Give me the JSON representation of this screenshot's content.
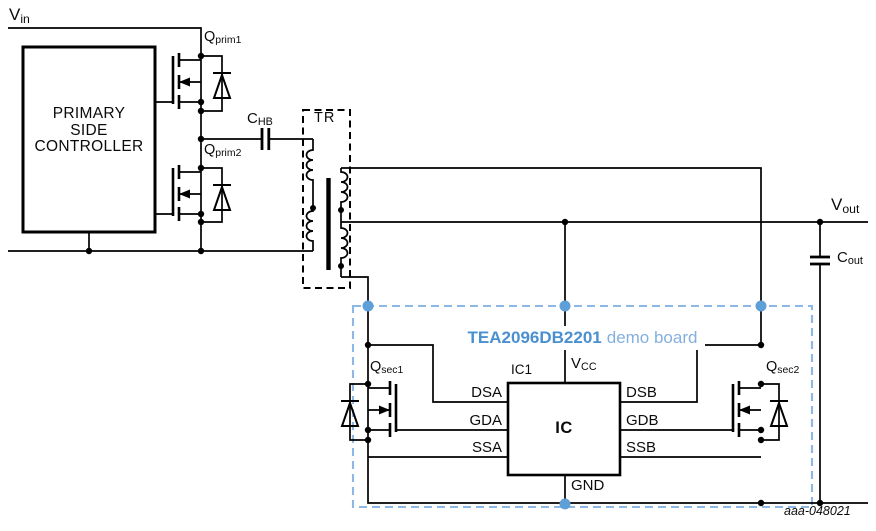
{
  "colors": {
    "wire": "#000000",
    "board_border": "#8db7e4",
    "board_dot": "#5f9fd8",
    "board_name_bold": "#4a90d0",
    "board_name_light": "#85afdf"
  },
  "input": {
    "v_main": "V",
    "v_sub": "in"
  },
  "primary": {
    "controller_text": "PRIMARY\nSIDE\nCONTROLLER",
    "q1_main": "Q",
    "q1_sub": "prim1",
    "q2_main": "Q",
    "q2_sub": "prim2",
    "cap_main": "C",
    "cap_sub": "HB",
    "transformer_label": "TR"
  },
  "output": {
    "v_main": "V",
    "v_sub": "out",
    "cap_main": "C",
    "cap_sub": "out"
  },
  "board": {
    "name_bold": "TEA2096DB2201",
    "name_light": "demo board",
    "q1_main": "Q",
    "q1_sub": "sec1",
    "q2_main": "Q",
    "q2_sub": "sec2",
    "ic_ref": "IC1",
    "ic_label": "IC",
    "pins": {
      "vcc_main": "V",
      "vcc_sub": "CC",
      "dsa": "DSA",
      "gda": "GDA",
      "ssa": "SSA",
      "dsb": "DSB",
      "gdb": "GDB",
      "ssb": "SSB",
      "gnd": "GND"
    }
  },
  "footer": {
    "figure_code": "aaa-048021"
  }
}
